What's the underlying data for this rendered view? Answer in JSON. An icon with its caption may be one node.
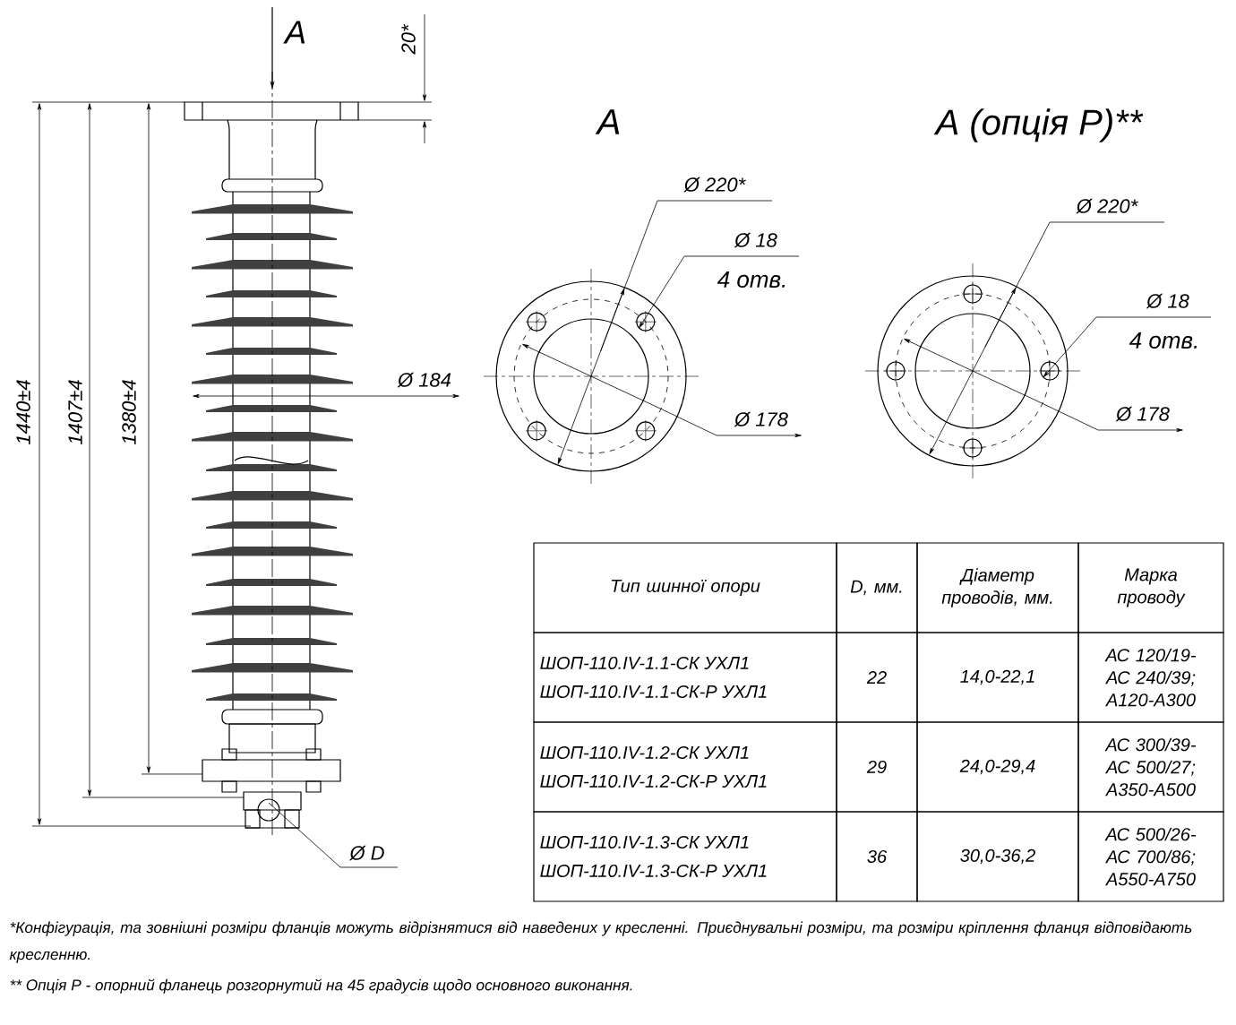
{
  "diagram": {
    "labels": [
      "A",
      "20*",
      "A",
      "A (опція P)**",
      "Ø 220*",
      "Ø 220*",
      "Ø 18",
      "4 отв.",
      "Ø 18",
      "4 отв.",
      "1440±4",
      "1407±4",
      "1380±4",
      "Ø 184",
      "Ø 178",
      "Ø 178",
      "Ø D",
      "Тип шинної опори",
      "D, мм.",
      "Діаметр проводів, мм.",
      "Марка проводу",
      "ШОП-110.IV-1.1-СК УХЛ1",
      "ШОП-110.IV-1.1-СК-Р УХЛ1",
      "22",
      "14,0-22,1",
      "АС 120/19- АС 240/39; А120-А300",
      "ШОП-110.IV-1.2-СК УХЛ1",
      "ШОП-110.IV-1.2-СК-Р УХЛ1",
      "29",
      "24,0-29,4",
      "АС 300/39- АС 500/27; А350-А500",
      "ШОП-110.IV-1.3-СК УХЛ1",
      "ШОП-110.IV-1.3-СК-Р УХЛ1",
      "36",
      "30,0-36,2",
      "АС 500/26- АС 700/86; А550-А750",
      "*Конфігурація, та зовнішні розміри фланців можуть відрізнятися від наведених у кресленні. Приєднувальні розміри, та розміри кріплення фланця відповідають кресленню.",
      "** Опція P - опорний фланець розгорнутий на 45 градусів щодо основного виконання."
    ]
  }
}
